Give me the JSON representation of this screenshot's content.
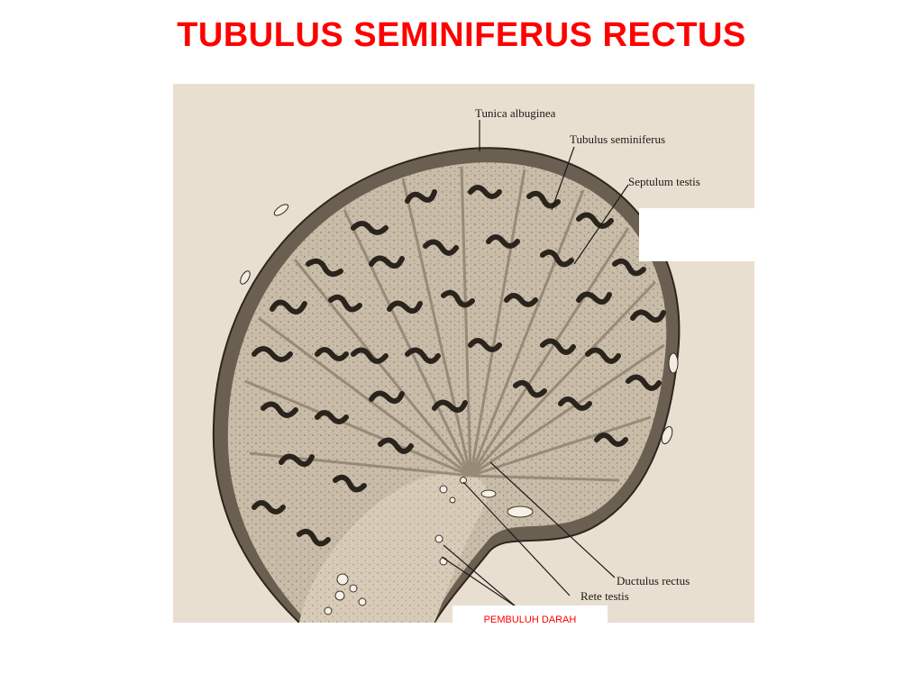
{
  "title": "TUBULUS SEMINIFERUS RECTUS",
  "colors": {
    "title": "#ff0000",
    "caption": "#ff0000",
    "paper": "#e9dfd1",
    "tissue": "#c9bda9",
    "ink": "#1c1a16"
  },
  "diagram": {
    "labels": {
      "tunica_albuginea": "Tunica albuginea",
      "tubulus_seminiferus": "Tubulus seminiferus",
      "septulum_testis": "Septulum testis",
      "ductulus_rectus": "Ductulus rectus",
      "rete_testis": "Rete testis"
    },
    "caption": "PEMBULUH DARAH"
  }
}
